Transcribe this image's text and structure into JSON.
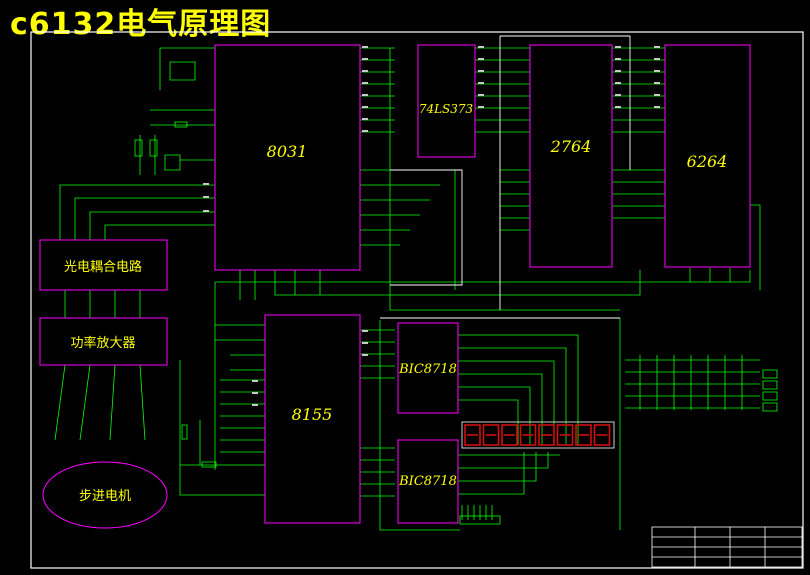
{
  "title": "c6132电气原理图",
  "chips": {
    "cpu": "8031",
    "latch": "74LS373",
    "eprom": "2764",
    "sram": "6264",
    "io": "8155",
    "driver_top": "BIC8718",
    "driver_bottom": "BIC8718"
  },
  "blocks": {
    "photo": "光电耦合电路",
    "amp": "功率放大器",
    "motor": "步进电机"
  },
  "display": {
    "digit_count": 8
  },
  "colors": {
    "background": "#000000",
    "frame": "#ffffff",
    "chip": "#ff00ff",
    "wire": "#00ff00",
    "label": "#ffff00",
    "led": "#d01010"
  }
}
